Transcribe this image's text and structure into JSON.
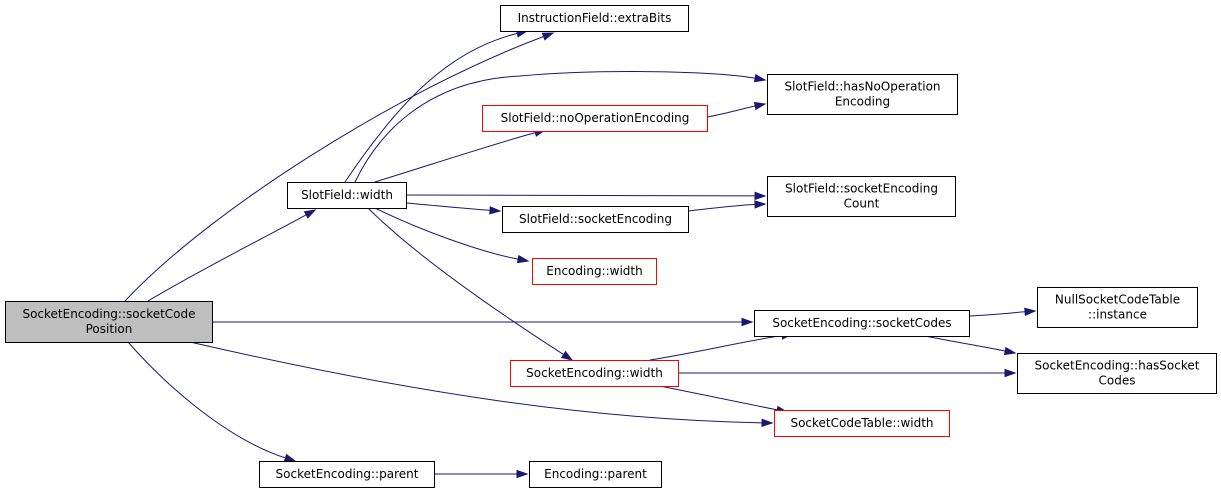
{
  "graph": {
    "colors": {
      "edge": "#191970",
      "node_border_default": "#000000",
      "node_border_truncated": "#ff0000",
      "node_fill_default": "#ffffff",
      "node_fill_root": "#bfbfbf"
    },
    "nodes": [
      {
        "id": "root",
        "lines": [
          "SocketEncoding::socketCode",
          "Position"
        ],
        "style": "root"
      },
      {
        "id": "extraBits",
        "lines": [
          "InstructionField::extraBits"
        ],
        "style": "normal"
      },
      {
        "id": "hasNoOp",
        "lines": [
          "SlotField::hasNoOperation",
          "Encoding"
        ],
        "style": "normal"
      },
      {
        "id": "noOpEnc",
        "lines": [
          "SlotField::noOperationEncoding"
        ],
        "style": "truncated"
      },
      {
        "id": "slotWidth",
        "lines": [
          "SlotField::width"
        ],
        "style": "normal"
      },
      {
        "id": "sockEncCount",
        "lines": [
          "SlotField::socketEncoding",
          "Count"
        ],
        "style": "normal"
      },
      {
        "id": "sockEnc",
        "lines": [
          "SlotField::socketEncoding"
        ],
        "style": "normal"
      },
      {
        "id": "encWidth",
        "lines": [
          "Encoding::width"
        ],
        "style": "truncated"
      },
      {
        "id": "sockCodes",
        "lines": [
          "SocketEncoding::socketCodes"
        ],
        "style": "normal"
      },
      {
        "id": "nullInst",
        "lines": [
          "NullSocketCodeTable",
          "::instance"
        ],
        "style": "normal"
      },
      {
        "id": "seWidth",
        "lines": [
          "SocketEncoding::width"
        ],
        "style": "truncated"
      },
      {
        "id": "hasSockCodes",
        "lines": [
          "SocketEncoding::hasSocket",
          "Codes"
        ],
        "style": "normal"
      },
      {
        "id": "sctWidth",
        "lines": [
          "SocketCodeTable::width"
        ],
        "style": "truncated"
      },
      {
        "id": "seParent",
        "lines": [
          "SocketEncoding::parent"
        ],
        "style": "normal"
      },
      {
        "id": "encParent",
        "lines": [
          "Encoding::parent"
        ],
        "style": "normal"
      }
    ],
    "edges": [
      {
        "from": "root",
        "to": "extraBits"
      },
      {
        "from": "root",
        "to": "slotWidth"
      },
      {
        "from": "root",
        "to": "sockCodes"
      },
      {
        "from": "root",
        "to": "sctWidth"
      },
      {
        "from": "root",
        "to": "seParent"
      },
      {
        "from": "slotWidth",
        "to": "extraBits"
      },
      {
        "from": "slotWidth",
        "to": "hasNoOp"
      },
      {
        "from": "slotWidth",
        "to": "noOpEnc"
      },
      {
        "from": "slotWidth",
        "to": "sockEncCount"
      },
      {
        "from": "slotWidth",
        "to": "sockEnc"
      },
      {
        "from": "slotWidth",
        "to": "encWidth"
      },
      {
        "from": "slotWidth",
        "to": "seWidth"
      },
      {
        "from": "noOpEnc",
        "to": "hasNoOp"
      },
      {
        "from": "sockEnc",
        "to": "sockEncCount"
      },
      {
        "from": "sockCodes",
        "to": "nullInst"
      },
      {
        "from": "sockCodes",
        "to": "hasSockCodes"
      },
      {
        "from": "seWidth",
        "to": "sockCodes"
      },
      {
        "from": "seWidth",
        "to": "hasSockCodes"
      },
      {
        "from": "seWidth",
        "to": "sctWidth"
      },
      {
        "from": "seParent",
        "to": "encParent"
      }
    ]
  }
}
